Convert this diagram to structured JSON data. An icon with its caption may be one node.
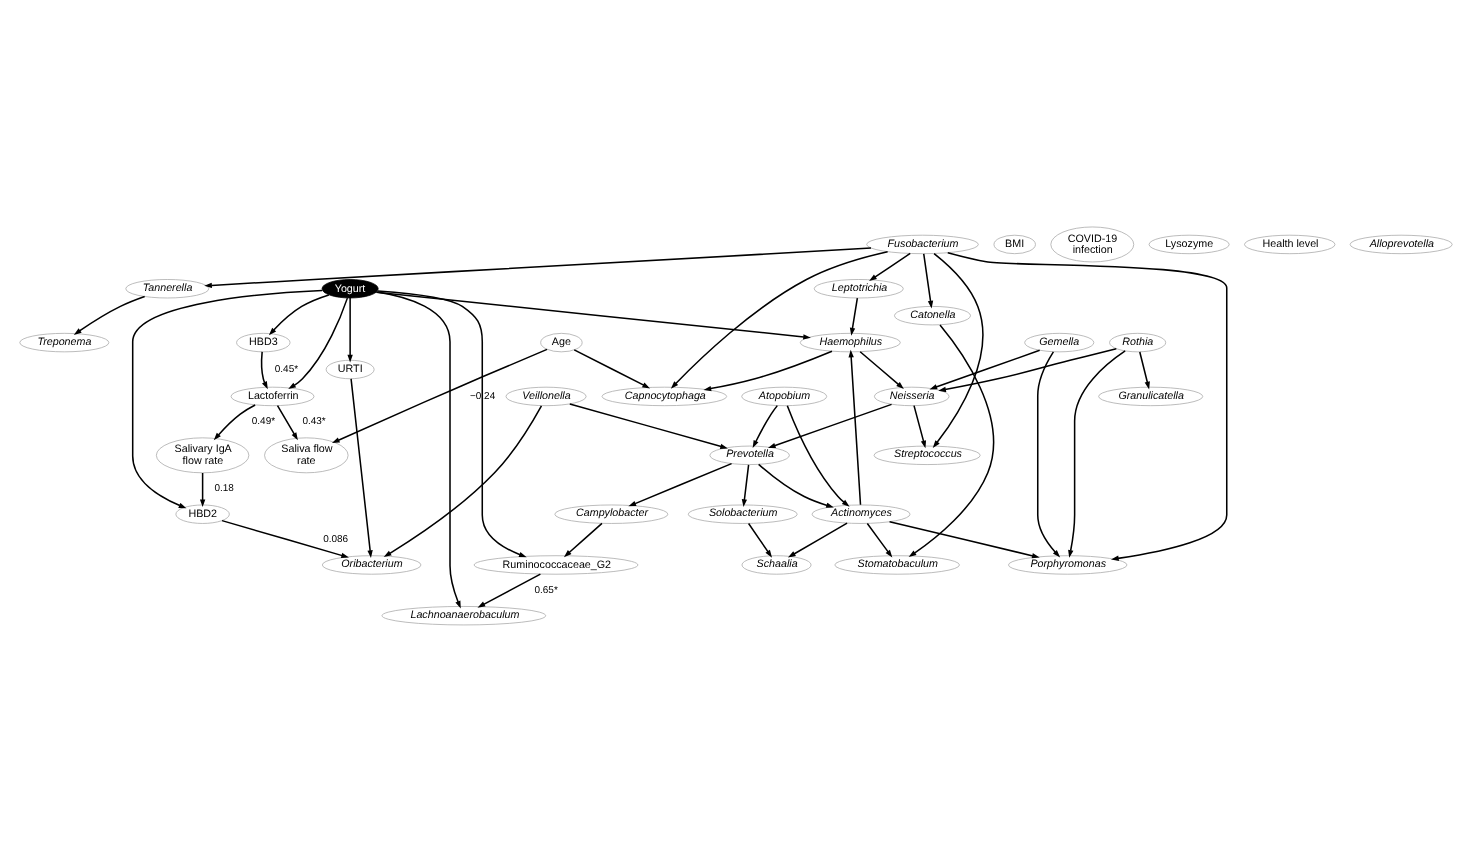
{
  "diagram": {
    "nodes": [
      {
        "text": [
          "Saliva flow rate"
        ]
      },
      {
        "text": [
          "Age"
        ]
      },
      {
        "text": [
          "BMI"
        ]
      },
      {
        "text": [
          "COVID-19 infection"
        ]
      },
      {
        "text": [
          "Salivary IgA flow rate"
        ]
      },
      {
        "text": [
          "Lactoferrin"
        ]
      },
      {
        "text": [
          "URTI"
        ]
      },
      {
        "text": [
          "Ruminococcaceae_G2"
        ]
      },
      {
        "text": [
          "Lysozyme"
        ]
      },
      {
        "text": [
          "HBD3"
        ]
      },
      {
        "text": [
          "Yogurt"
        ]
      },
      {
        "text": [
          "Lachnoanaerobaculum"
        ]
      },
      {
        "text": [
          "Health level"
        ]
      },
      {
        "text": [
          "HBD2"
        ]
      },
      {
        "text": [
          "Oribacterium"
        ]
      },
      {
        "text": [
          "Streptococcus"
        ]
      },
      {
        "text": [
          "Veillonella"
        ]
      },
      {
        "text": [
          "Capnocytophaga"
        ]
      },
      {
        "text": [
          "Atopobium"
        ]
      },
      {
        "text": [
          "Neisseria"
        ]
      },
      {
        "text": [
          "Fusobacterium"
        ]
      },
      {
        "text": [
          "Treponema"
        ]
      },
      {
        "text": [
          "Catonella"
        ]
      },
      {
        "text": [
          "Haemophilus"
        ]
      },
      {
        "text": [
          "Tannerella"
        ]
      },
      {
        "text": [
          "Rothia"
        ]
      },
      {
        "text": [
          "Granulicatella"
        ]
      },
      {
        "text": [
          "Leptotrichia"
        ]
      },
      {
        "text": [
          "Gemella"
        ]
      },
      {
        "text": [
          "Prevotella"
        ]
      },
      {
        "text": [
          "Campylobacter"
        ]
      },
      {
        "text": [
          "Stomatobaculum"
        ]
      },
      {
        "text": [
          "Solobacterium"
        ]
      },
      {
        "text": [
          "Alloprevotella"
        ]
      },
      {
        "text": [
          "Schaalia"
        ]
      },
      {
        "text": [
          "Actinomyces"
        ]
      },
      {
        "text": [
          "Porphyromonas"
        ]
      }
    ],
    "edges": [
      {
        "from": 1,
        "to": 0,
        "arrow": "to",
        "label": "−0.24"
      },
      {
        "from": 5,
        "to": 0,
        "arrow": "to",
        "label": "0.43*"
      },
      {
        "from": 5,
        "to": 4,
        "arrow": "to",
        "label": "0.49*"
      },
      {
        "from": 4,
        "to": 13,
        "arrow": "to",
        "label": "0.18"
      },
      {
        "from": 9,
        "to": 5,
        "arrow": "to",
        "label": "0.45*"
      },
      {
        "from": 10,
        "to": 5,
        "arrow": "to"
      },
      {
        "from": 10,
        "to": 9,
        "arrow": "to"
      },
      {
        "from": 10,
        "to": 13,
        "arrow": "to"
      },
      {
        "from": 10,
        "to": 6,
        "arrow": "to"
      },
      {
        "from": 10,
        "to": 7,
        "arrow": "to"
      },
      {
        "from": 10,
        "to": 11,
        "arrow": "to"
      },
      {
        "from": 10,
        "to": 23,
        "arrow": "to"
      },
      {
        "from": 13,
        "to": 14,
        "arrow": "to",
        "label": "0.086"
      },
      {
        "from": 6,
        "to": 14,
        "arrow": "to"
      },
      {
        "from": 1,
        "to": 17,
        "arrow": "to"
      },
      {
        "from": 7,
        "to": 11,
        "arrow": "to",
        "label": "0.65*"
      },
      {
        "from": 16,
        "to": 14,
        "arrow": "to"
      },
      {
        "from": 16,
        "to": 29,
        "arrow": "to"
      },
      {
        "from": 20,
        "to": 15,
        "arrow": "to"
      },
      {
        "from": 20,
        "to": 22,
        "arrow": "to"
      },
      {
        "from": 20,
        "to": 17,
        "arrow": "to"
      },
      {
        "from": 20,
        "to": 24,
        "arrow": "to"
      },
      {
        "from": 20,
        "to": 27,
        "arrow": "to"
      },
      {
        "from": 20,
        "to": 36,
        "arrow": "to"
      },
      {
        "from": 23,
        "to": 19,
        "arrow": "to"
      },
      {
        "from": 23,
        "to": 17,
        "arrow": "to"
      },
      {
        "from": 27,
        "to": 23,
        "arrow": "to"
      },
      {
        "from": 24,
        "to": 21,
        "arrow": "to"
      },
      {
        "from": 19,
        "to": 15,
        "arrow": "to"
      },
      {
        "from": 25,
        "to": 19,
        "arrow": "to"
      },
      {
        "from": 25,
        "to": 26,
        "arrow": "to"
      },
      {
        "from": 25,
        "to": 36,
        "arrow": "to"
      },
      {
        "from": 28,
        "to": 19,
        "arrow": "to"
      },
      {
        "from": 28,
        "to": 36,
        "arrow": "to"
      },
      {
        "from": 18,
        "to": 29,
        "arrow": "to"
      },
      {
        "from": 18,
        "to": 35,
        "arrow": "to"
      },
      {
        "from": 19,
        "to": 29,
        "arrow": "to"
      },
      {
        "from": 22,
        "to": 31,
        "arrow": "to"
      },
      {
        "from": 29,
        "to": 30,
        "arrow": "to"
      },
      {
        "from": 29,
        "to": 32,
        "arrow": "to"
      },
      {
        "from": 29,
        "to": 35,
        "arrow": "to"
      },
      {
        "from": 35,
        "to": 31,
        "arrow": "to"
      },
      {
        "from": 35,
        "to": 34,
        "arrow": "to"
      },
      {
        "from": 35,
        "to": 36,
        "arrow": "to"
      },
      {
        "from": 35,
        "to": 23,
        "arrow": "to"
      },
      {
        "from": 32,
        "to": 34,
        "arrow": "to"
      },
      {
        "from": 30,
        "to": 7,
        "arrow": "to"
      }
    ]
  }
}
